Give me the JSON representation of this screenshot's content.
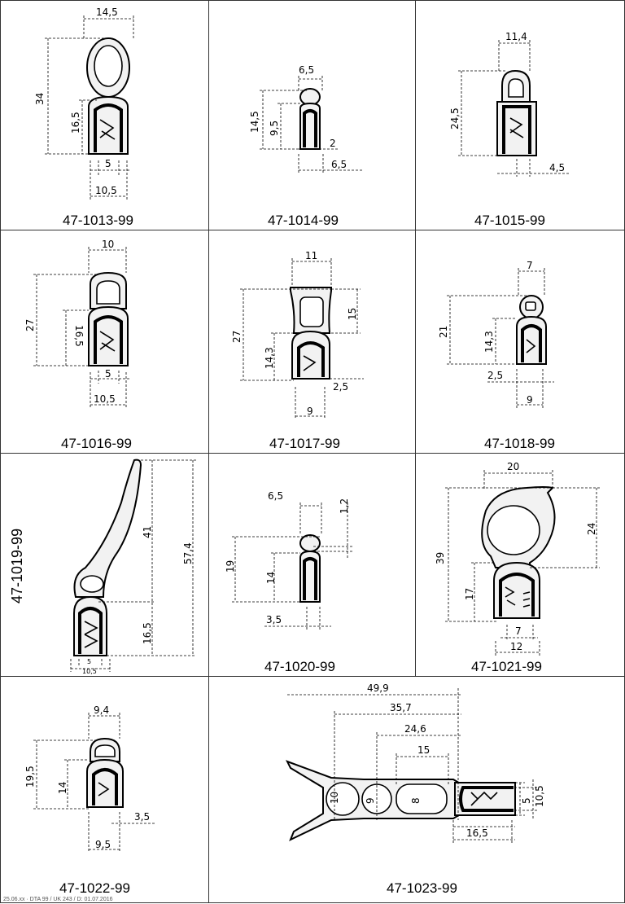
{
  "products": [
    {
      "id": "47-1013-99",
      "dims": [
        "14,5",
        "34",
        "16,5",
        "5",
        "10,5"
      ]
    },
    {
      "id": "47-1014-99",
      "dims": [
        "6,5",
        "14,5",
        "9,5",
        "2",
        "6,5"
      ]
    },
    {
      "id": "47-1015-99",
      "dims": [
        "11,4",
        "24,5",
        "4,5"
      ]
    },
    {
      "id": "47-1016-99",
      "dims": [
        "10",
        "27",
        "16,5",
        "5",
        "10,5"
      ]
    },
    {
      "id": "47-1017-99",
      "dims": [
        "11",
        "27",
        "15",
        "14,3",
        "2,5",
        "9"
      ]
    },
    {
      "id": "47-1018-99",
      "dims": [
        "7",
        "21",
        "14,3",
        "2,5",
        "9"
      ]
    },
    {
      "id": "47-1019-99",
      "dims": [
        "41",
        "57,4",
        "16,5",
        "5",
        "10,5"
      ]
    },
    {
      "id": "47-1020-99",
      "dims": [
        "6,5",
        "1,2",
        "19",
        "14",
        "3,5"
      ]
    },
    {
      "id": "47-1021-99",
      "dims": [
        "20",
        "39",
        "24",
        "17",
        "7",
        "12"
      ]
    },
    {
      "id": "47-1022-99",
      "dims": [
        "9,4",
        "19,5",
        "14",
        "3,5",
        "9,5"
      ]
    },
    {
      "id": "47-1023-99",
      "dims": [
        "49,9",
        "35,7",
        "24,6",
        "15",
        "10",
        "9",
        "8",
        "5",
        "10,5",
        "16,5"
      ]
    }
  ],
  "footer_text": "25.06.xx · DTA 99 / UK 243 / D: 01.07.2016"
}
